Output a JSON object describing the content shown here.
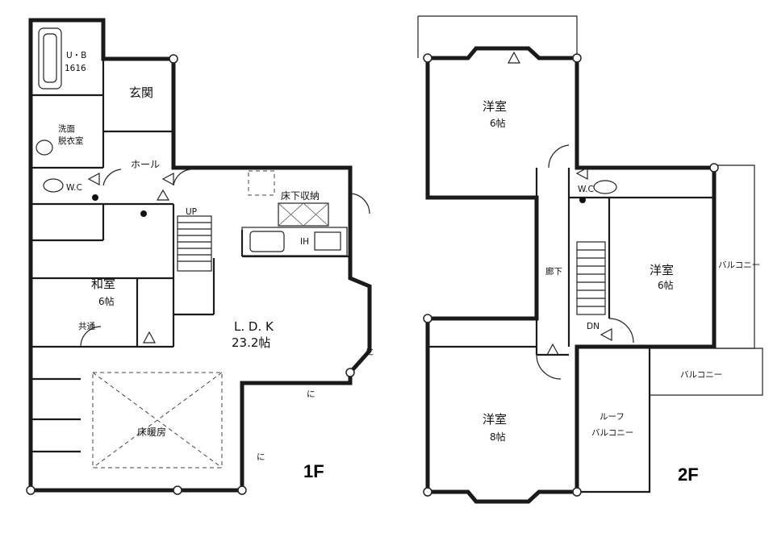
{
  "floor1": {
    "label": "1F",
    "rooms": {
      "bath": [
        "U・B",
        "1616"
      ],
      "entrance": "玄関",
      "washroom": [
        "洗面",
        "脱衣室"
      ],
      "hall": "ホール",
      "wc": "W.C",
      "underfloor_storage": "床下収納",
      "ih": "IH",
      "up": "UP",
      "japanese_room": [
        "和室",
        "6帖"
      ],
      "shared": "共通",
      "ldk": [
        "L. D. K",
        "23.2帖"
      ],
      "floor_heating": "床暖房",
      "ni_marks": [
        "に",
        "に",
        "に"
      ]
    }
  },
  "floor2": {
    "label": "2F",
    "rooms": {
      "western_top": [
        "洋室",
        "6帖"
      ],
      "wc": "W.C",
      "corridor": "廊下",
      "western_right": [
        "洋室",
        "6帖"
      ],
      "balcony_side": "バルコニー",
      "dn": "DN",
      "balcony": "バルコニー",
      "western_bottom": [
        "洋室",
        "8帖"
      ],
      "roof_balcony": [
        "ルーフ",
        "バルコニー"
      ]
    }
  }
}
